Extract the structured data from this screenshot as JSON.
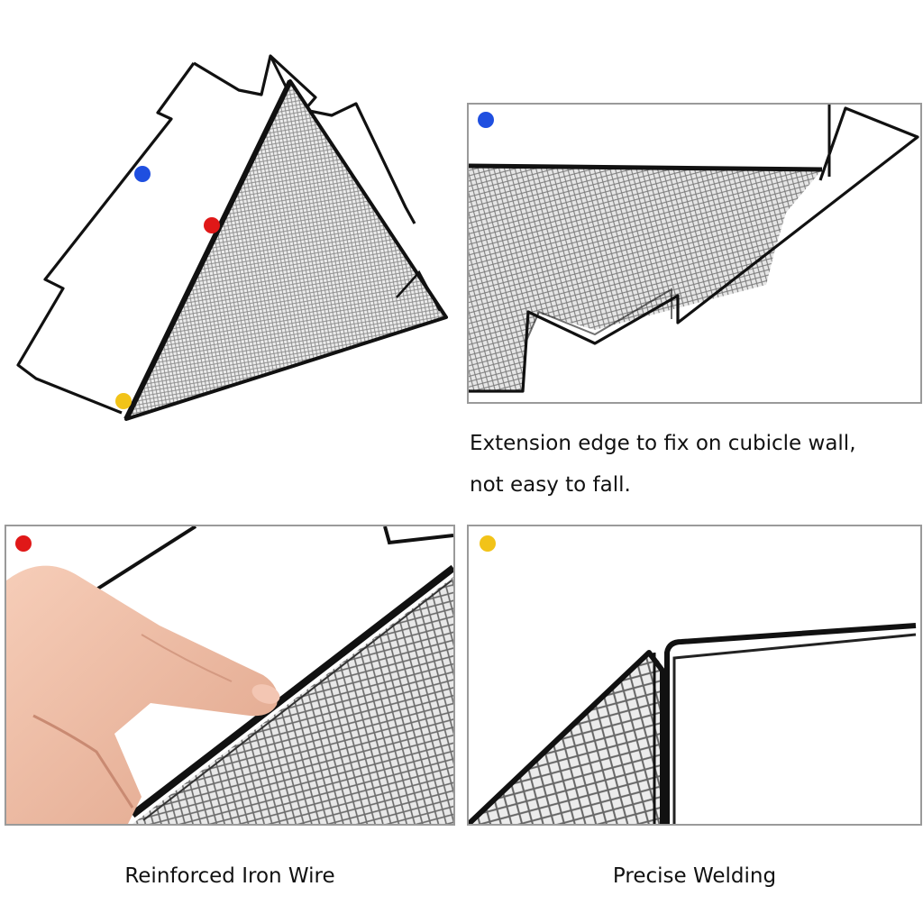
{
  "colors": {
    "blue": "#1f4fe0",
    "red": "#e01818",
    "yellow": "#f2c318",
    "wire": "#111111",
    "mesh": "#9a9a9a",
    "frame": "#9a9a9a"
  },
  "captions": {
    "extension_line1": "Extension edge to fix on cubicle wall,",
    "extension_line2": "not easy to fall.",
    "reinforced": "Reinforced Iron Wire",
    "welding": "Precise Welding"
  }
}
